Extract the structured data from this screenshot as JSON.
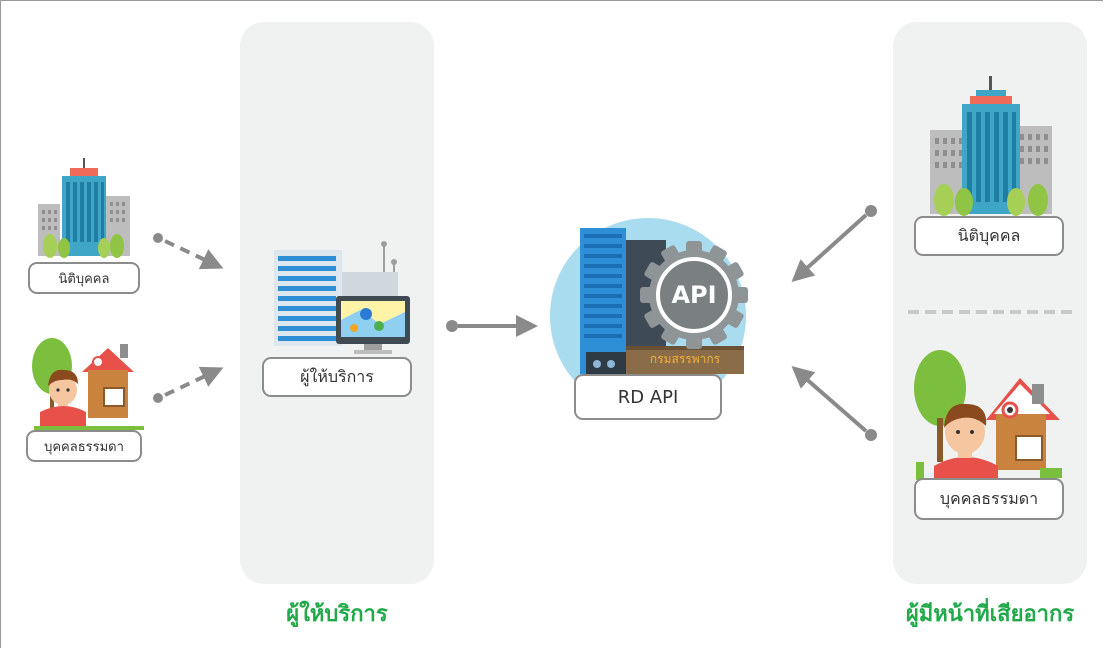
{
  "diagram": {
    "left_entities": {
      "juristic_label": "นิติบุคคล",
      "individual_label": "บุคคลธรรมดา"
    },
    "provider": {
      "label": "ผู้ให้บริการ",
      "caption": "ผู้ให้บริการ"
    },
    "rd": {
      "api_badge": "API",
      "building_sign": "กรมสรรพากร",
      "label": "RD API"
    },
    "taxpayer": {
      "juristic_label": "นิติบุคคล",
      "individual_label": "บุคคลธรรมดา",
      "caption": "ผู้มีหน้าที่เสียอากร"
    },
    "colors": {
      "caption_green": "#21a94a",
      "panel_gray": "#f0f1f1",
      "arrow_gray": "#8a8a8a",
      "circle_blue": "#a9dcef"
    }
  }
}
